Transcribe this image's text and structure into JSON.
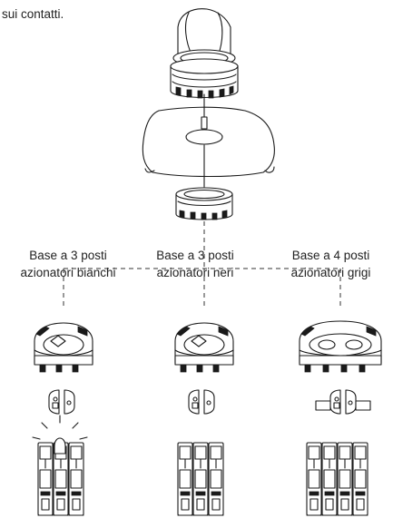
{
  "caption_fragment": "sui contatti.",
  "bases": [
    {
      "line1": "Base a 3 posti",
      "line2": "azionatori bianchi",
      "slots": 3
    },
    {
      "line1": "Base a 3 posti",
      "line2": "azionatori neri",
      "slots": 3
    },
    {
      "line1": "Base a 4 posti",
      "line2": "azionatori grigi",
      "slots": 4
    }
  ],
  "colors": {
    "ink": "#1a1a1a",
    "background": "#ffffff"
  },
  "icons": [
    "selector-knob-icon",
    "threaded-ring-icon",
    "mounting-panel-icon",
    "locking-nut-icon",
    "base-holder-icon",
    "actuator-icon",
    "contact-block-icon",
    "light-rays-icon"
  ]
}
